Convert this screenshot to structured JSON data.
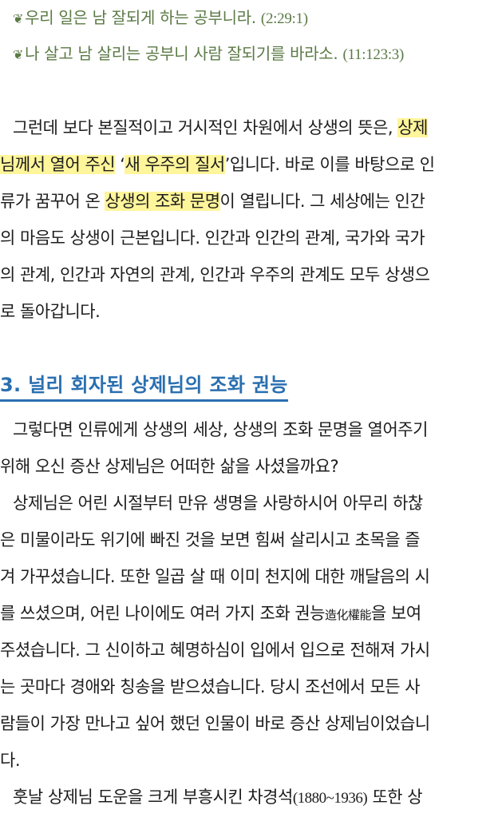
{
  "quotes": [
    {
      "mark": "❦",
      "text": "우리 일은 남 잘되게 하는 공부니라.",
      "ref": "(2:29:1)"
    },
    {
      "mark": "❦",
      "text": "나 살고 남 살리는 공부니 사람 잘되기를 바라소.",
      "ref": "(11:123:3)"
    }
  ],
  "paragraph1": {
    "l1_a": "그런데 보다 본질적이고 거시적인 차원에서 상생의 뜻은, ",
    "l1_hl": "상제",
    "l2_hl1": "님께서 열어 주신",
    "l2_b": " ‘",
    "l2_hl2": "새 우주의 질서",
    "l2_c": "’입니다. 바로 이를 바탕으로 인",
    "l3_a": "류가 꿈꾸어 온 ",
    "l3_hl": "상생의 조화 문명",
    "l3_b": "이 열립니다. 그 세상에는 인간",
    "l4": "의 마음도 상생이 근본입니다. 인간과 인간의 관계, 국가와 국가",
    "l5": "의 관계, 인간과 자연의 관계, 인간과 우주의 관계도 모두 상생으",
    "l6": "로 돌아갑니다."
  },
  "section_heading": "3. 널리 회자된 상제님의 조화 권능",
  "paragraph2": {
    "l1": "그렇다면 인류에게 상생의 세상, 상생의 조화 문명을 열어주기",
    "l2": "위해 오신 증산 상제님은 어떠한 삶을 사셨을까요?",
    "l3": "상제님은 어린 시절부터 만유 생명을 사랑하시어 아무리 하찮",
    "l4": "은 미물이라도 위기에 빠진 것을 보면 힘써 살리시고 초목을 즐",
    "l5": "겨 가꾸셨습니다. 또한 일곱 살 때 이미 천지에 대한 깨달음의 시",
    "l6_a": "를 쓰셨으며, 어린 나이에도 여러 가지 조화 권능",
    "l6_hanja": "造化權能",
    "l6_b": "을 보여",
    "l7": "주셨습니다. 그 신이하고 혜명하심이 입에서 입으로 전해져 가시",
    "l8": "는 곳마다 경애와 칭송을 받으셨습니다. 당시 조선에서 모든 사",
    "l9": "람들이 가장 만나고 싶어 했던 인물이 바로 증산 상제님이었습니",
    "l10": "다.",
    "l11_a": "훗날 상제님 도운을 크게 부흥시킨 차경석",
    "l11_num": "(1880~1936)",
    "l11_b": " 또한 상"
  },
  "colors": {
    "quote_green": "#5b7a45",
    "heading_blue": "#2a6fb0",
    "highlight_yellow": "#fff59a",
    "body_text": "#1c1c1c"
  }
}
